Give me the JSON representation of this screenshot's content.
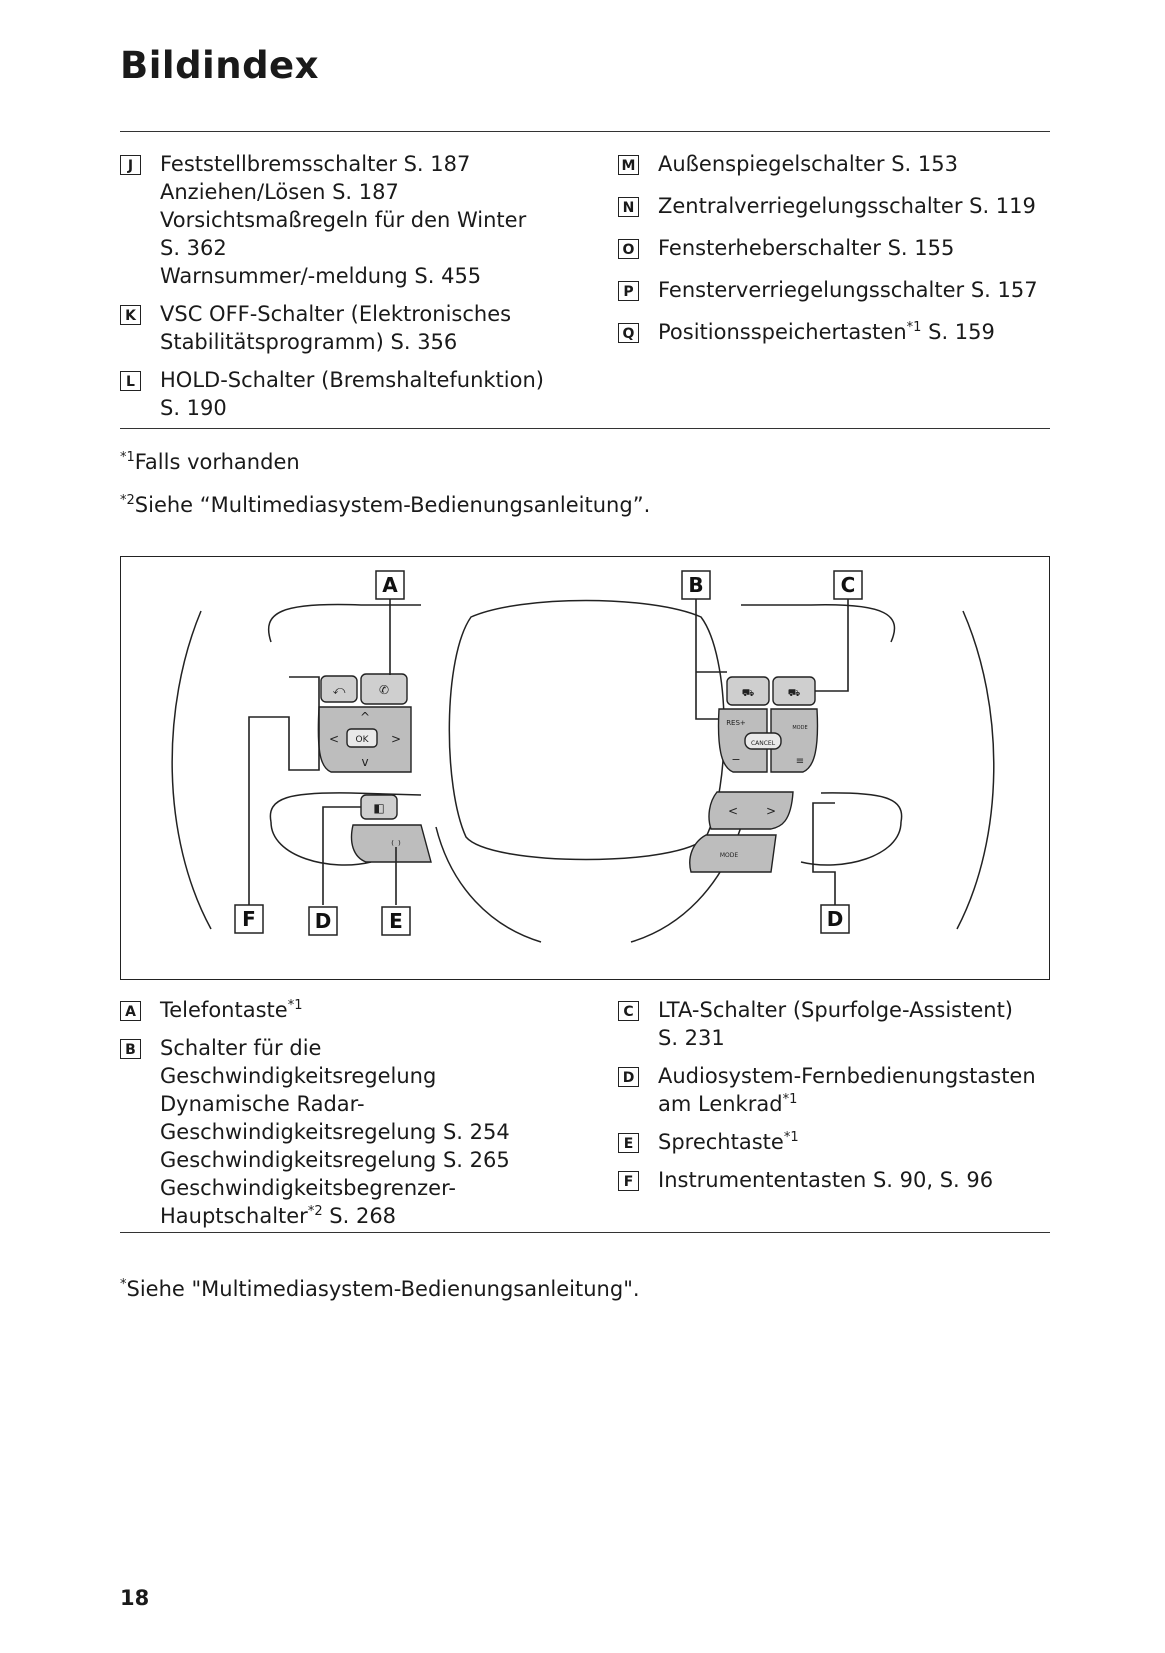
{
  "page": {
    "title": "Bildindex",
    "page_number": "18"
  },
  "top_left": [
    {
      "key": "J",
      "lines": [
        "Feststellbremsschalter S. 187",
        "Anziehen/Lösen S. 187",
        "Vorsichtsmaßregeln für den Winter",
        "S. 362",
        "Warnsummer/-meldung S. 455"
      ]
    },
    {
      "key": "K",
      "lines": [
        "VSC OFF-Schalter (Elektronisches",
        "Stabilitätsprogramm) S. 356"
      ]
    },
    {
      "key": "L",
      "lines": [
        "HOLD-Schalter (Bremshaltefunktion)",
        "S. 190"
      ]
    }
  ],
  "top_right": [
    {
      "key": "M",
      "text": "Außenspiegelschalter S. 153"
    },
    {
      "key": "N",
      "text": "Zentralverriegelungsschalter S. 119"
    },
    {
      "key": "O",
      "text": "Fensterheberschalter S. 155"
    },
    {
      "key": "P",
      "text": "Fensterverriegelungsschalter S. 157"
    },
    {
      "key": "Q",
      "text_before": "Positionsspeichertasten",
      "sup": "*1",
      "text_after": " S. 159"
    }
  ],
  "footnotes_top": [
    {
      "mark": "*1",
      "text": "Falls vorhanden"
    },
    {
      "mark": "*2",
      "text": "Siehe “Multimediasystem-Bedienungsanleitung”."
    }
  ],
  "diagram": {
    "callouts": [
      "A",
      "B",
      "C",
      "F",
      "D",
      "E",
      "D"
    ],
    "button_labels": {
      "ok": "OK",
      "res": "RES+",
      "minus": "−",
      "cancel": "CANCEL",
      "mode_small": "MODE",
      "mode": "MODE"
    }
  },
  "bottom_left": [
    {
      "key": "A",
      "text": "Telefontaste",
      "sup": "*1"
    },
    {
      "key": "B",
      "lines": [
        "Schalter für die",
        "Geschwindigkeitsregelung",
        "Dynamische Radar-",
        "Geschwindigkeitsregelung S. 254",
        "Geschwindigkeitsregelung S. 265",
        "Geschwindigkeitsbegrenzer-"
      ],
      "last_before": "Hauptschalter",
      "last_sup": "*2",
      "last_after": " S. 268"
    }
  ],
  "bottom_right": [
    {
      "key": "C",
      "lines": [
        "LTA-Schalter (Spurfolge-Assistent)",
        "S. 231"
      ]
    },
    {
      "key": "D",
      "line1": "Audiosystem-Fernbedienungstasten",
      "line2": "am Lenkrad",
      "sup": "*1"
    },
    {
      "key": "E",
      "text": "Sprechtaste",
      "sup": "*1"
    },
    {
      "key": "F",
      "text": "Instrumententasten S. 90, S. 96"
    }
  ],
  "footnote_bottom": {
    "mark": "*",
    "text": "Siehe \"Multimediasystem-Bedienungsanleitung\"."
  }
}
